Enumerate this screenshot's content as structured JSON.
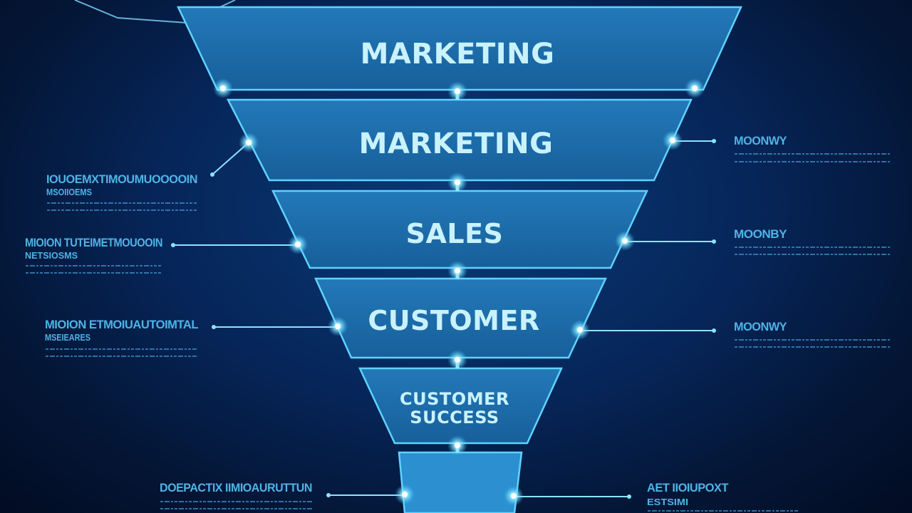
{
  "funnel": {
    "stages": [
      {
        "label": "MARKETING"
      },
      {
        "label": "MARKETING"
      },
      {
        "label": "SALES"
      },
      {
        "label": "CUSTOMER"
      },
      {
        "label": "CUSTOMER",
        "label2": "SUCCESS"
      },
      {
        "label": ""
      }
    ]
  },
  "callouts": {
    "left": [
      {
        "heading": "IOUOEMXTIMOUMUOOOOIN",
        "sub": "MSOIIOEMS"
      },
      {
        "heading": "MIOION TUTEIMETMOUOOIN",
        "sub": "NETSIOSMS"
      },
      {
        "heading": "MIOION ETMOIUAUTOIMTAL",
        "sub": "MSEIEARES"
      },
      {
        "heading": "DOEPACTIX IIMIOAURUTTUN",
        "sub": ""
      }
    ],
    "right": [
      {
        "heading": "MOONWY",
        "sub": ""
      },
      {
        "heading": "MOONBY",
        "sub": ""
      },
      {
        "heading": "MOONWY",
        "sub": ""
      },
      {
        "heading": "AET IIOIUPOXT",
        "sub": "ESTSIMI"
      }
    ]
  },
  "colors": {
    "background": "#041f4d",
    "funnel_fill": "#1c6aa6",
    "funnel_stroke": "#5fd3ff",
    "glow": "#bff4ff",
    "label": "#c9f2ff",
    "annotation": "#4fb3e6"
  }
}
